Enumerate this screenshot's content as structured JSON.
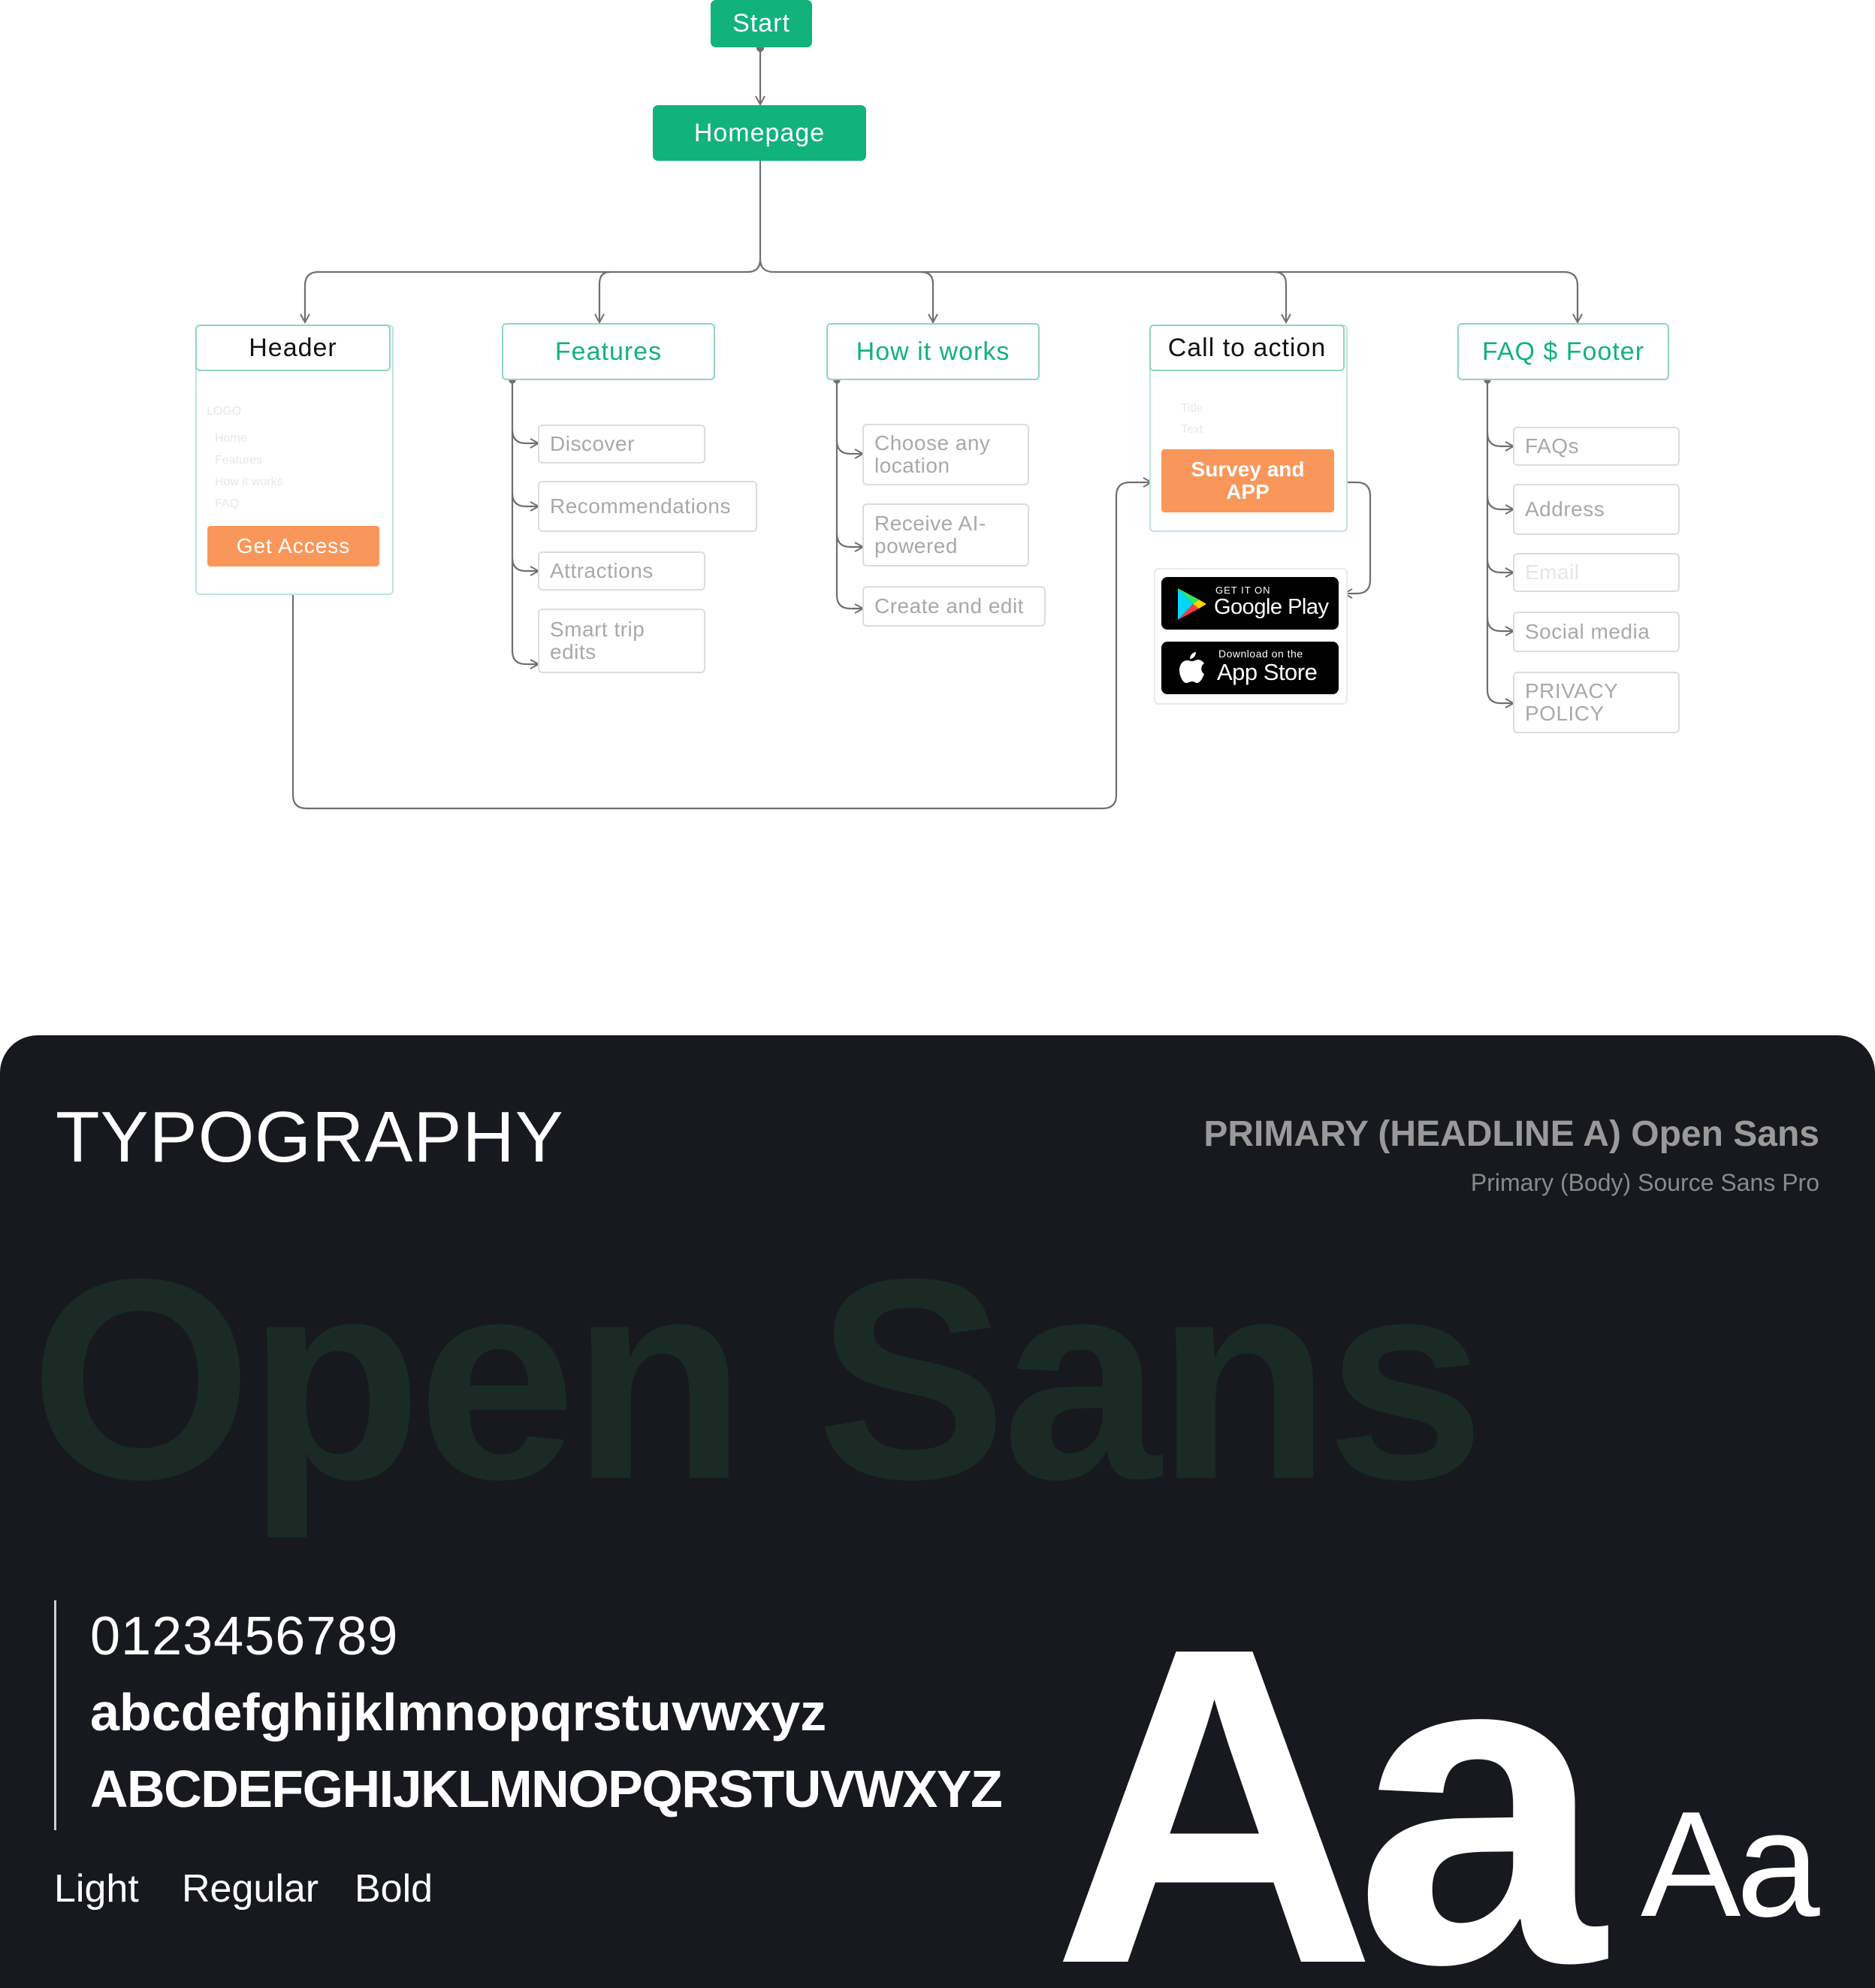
{
  "flowchart": {
    "start": "Start",
    "homepage": "Homepage",
    "sections": {
      "header": {
        "title": "Header",
        "faint_logo": "LOGO",
        "faint_items": [
          "Home",
          "Features",
          "How it works",
          "FAQ"
        ],
        "button": "Get Access"
      },
      "features": {
        "title": "Features",
        "items": [
          "Discover",
          "Recommendations",
          "Attractions",
          "Smart trip edits"
        ]
      },
      "how_it_works": {
        "title": "How it works",
        "items": [
          "Choose any location",
          "Receive AI-powered",
          "Create and edit"
        ]
      },
      "call_to_action": {
        "title": "Call to action",
        "faint_items": [
          "Title",
          "Text"
        ],
        "button": "Survey and APP"
      },
      "faq_footer": {
        "title": "FAQ $ Footer",
        "items": [
          "FAQs",
          "Address",
          "Email",
          "Social media",
          "PRIVACY POLICY"
        ]
      }
    },
    "store_badges": {
      "google_small": "GET IT ON",
      "google_big": "Google Play",
      "apple_small": "Download on the",
      "apple_big": "App Store"
    },
    "colors": {
      "green": "#12b27c",
      "orange": "#f9975a",
      "line": "#6f6f6f"
    }
  },
  "typography": {
    "title": "TYPOGRAPHY",
    "primary": "PRIMARY (HEADLINE A) Open Sans",
    "body": "Primary (Body) Source Sans Pro",
    "watermark": "Open Sans",
    "digits": "0123456789",
    "lowercase": "abcdefghijklmnopqrstuvwxyz",
    "uppercase": "ABCDEFGHIJKLMNOPQRSTUVWXYZ",
    "weights": [
      "Light",
      "Regular",
      "Bold"
    ],
    "big_sample": "Aa",
    "small_sample": "Aa",
    "colors": {
      "background": "#17191e",
      "watermark": "#1a2b26"
    }
  }
}
